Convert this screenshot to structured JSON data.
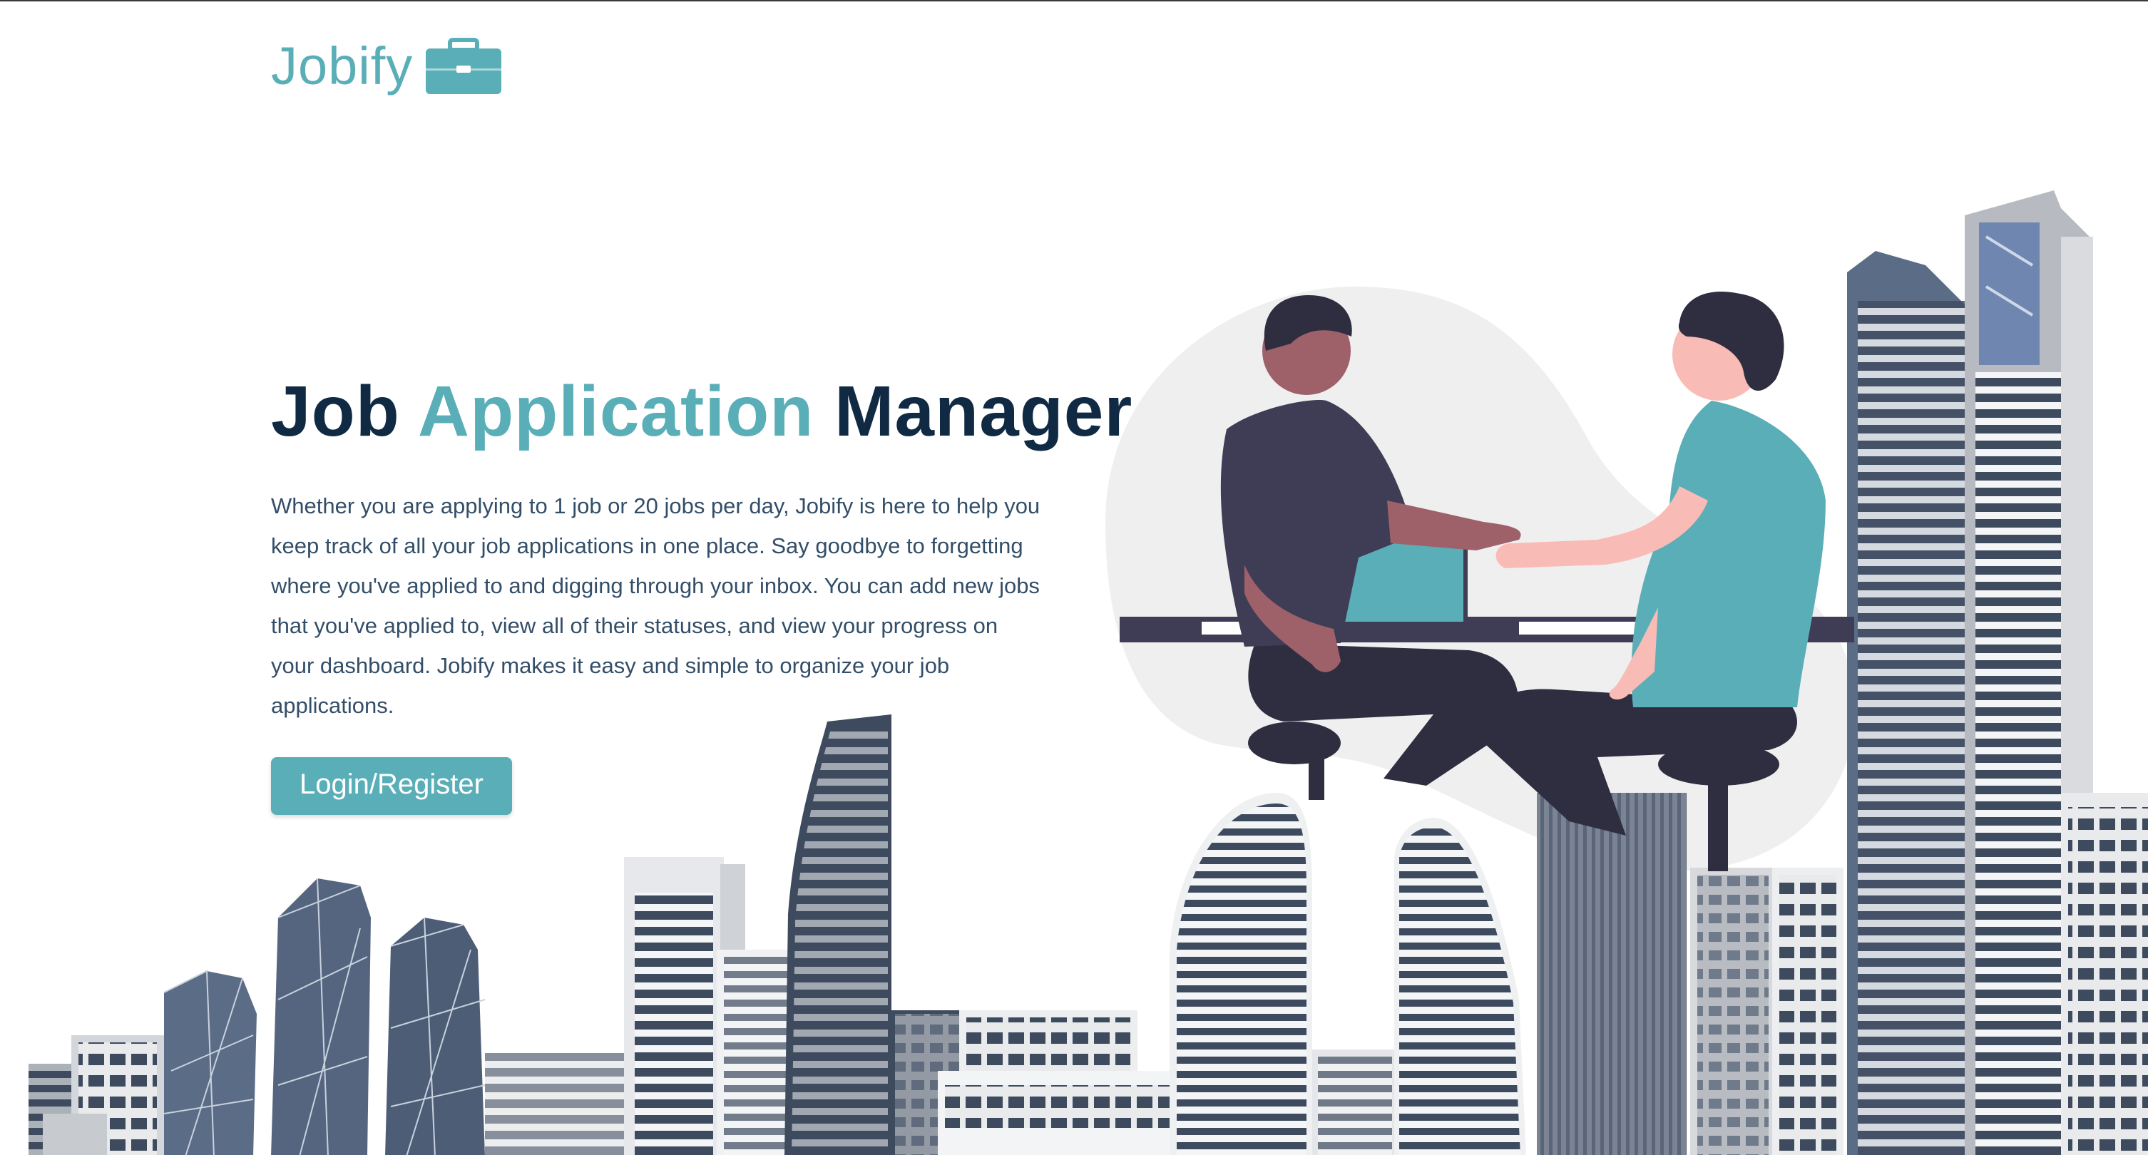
{
  "brand": {
    "name": "Jobify",
    "color": "#5aaeb8"
  },
  "hero": {
    "title_part1": "Job",
    "title_accent": "Application",
    "title_part2": "Manager",
    "description": "Whether you are applying to 1 job or 20 jobs per day, Jobify is here to help you keep track of all your job applications in one place. Say goodbye to forgetting where you've applied to and digging through your inbox. You can add new jobs that you've applied to, view all of their statuses, and view your progress on your dashboard. Jobify makes it easy and simple to organize your job applications.",
    "cta_label": "Login/Register"
  },
  "colors": {
    "primary": "#5aaeb8",
    "heading": "#102a43",
    "text": "#334e68",
    "building_dark": "#3e4a5e",
    "building_light": "#c9cccf"
  },
  "icons": {
    "logo": "briefcase-icon"
  }
}
